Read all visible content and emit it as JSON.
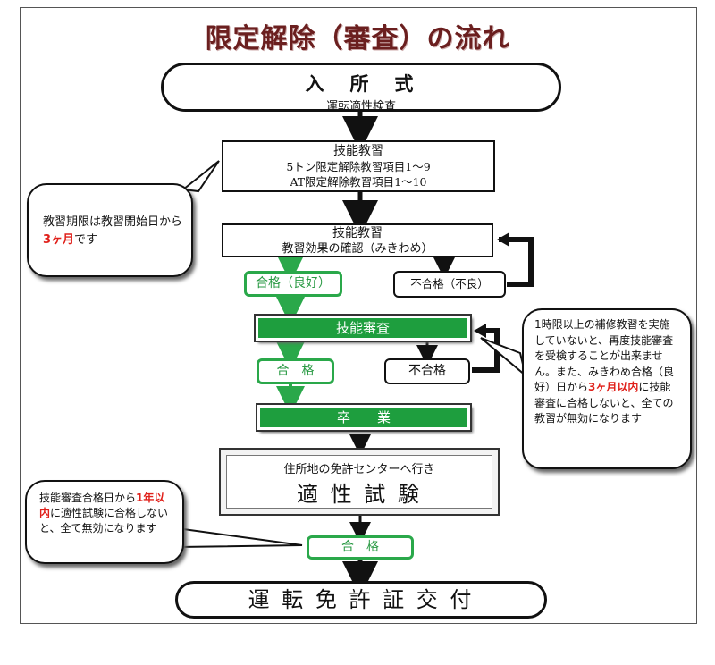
{
  "title": "限定解除（審査）の流れ",
  "nodes": {
    "entrance": {
      "main": "入　所　式",
      "sub": "運転適性検査"
    },
    "training1": {
      "line1": "技能教習",
      "line2": "5トン限定解除教習項目1～9",
      "line3": "AT限定解除教習項目1～10"
    },
    "training2": {
      "line1": "技能教習",
      "line2": "教習効果の確認（みきわめ）"
    },
    "pass_good": "合格（良好）",
    "fail_bad": "不合格（不良）",
    "skill_exam": "技能審査",
    "pass2": "合　格",
    "fail2": "不合格",
    "graduation": "卒　　業",
    "aptitude": {
      "sub": "住所地の免許センターへ行き",
      "main": "適 性 試 験"
    },
    "pass3": "合　格",
    "license": "運 転 免 許 証 交 付"
  },
  "notes": {
    "period": {
      "pre": "教習期限は教習開始日から",
      "red": "3ヶ月",
      "post": "です"
    },
    "remedial": {
      "part1": "1時限以上の補修教習を実施していないと、再度技能審査を受検することが出来ません。また、みきわめ合格（良好）日から",
      "red": "3ヶ月以内",
      "part2": "に技能審査に合格しないと、全ての教習が無効になります"
    },
    "deadline": {
      "pre": "技能審査合格日から",
      "red": "1年以内",
      "post": "に適性試験に合格しないと、全て無効になります"
    }
  },
  "colors": {
    "title": "#6b1f1f",
    "green": "#1e9e3e",
    "red": "#e0201a"
  }
}
